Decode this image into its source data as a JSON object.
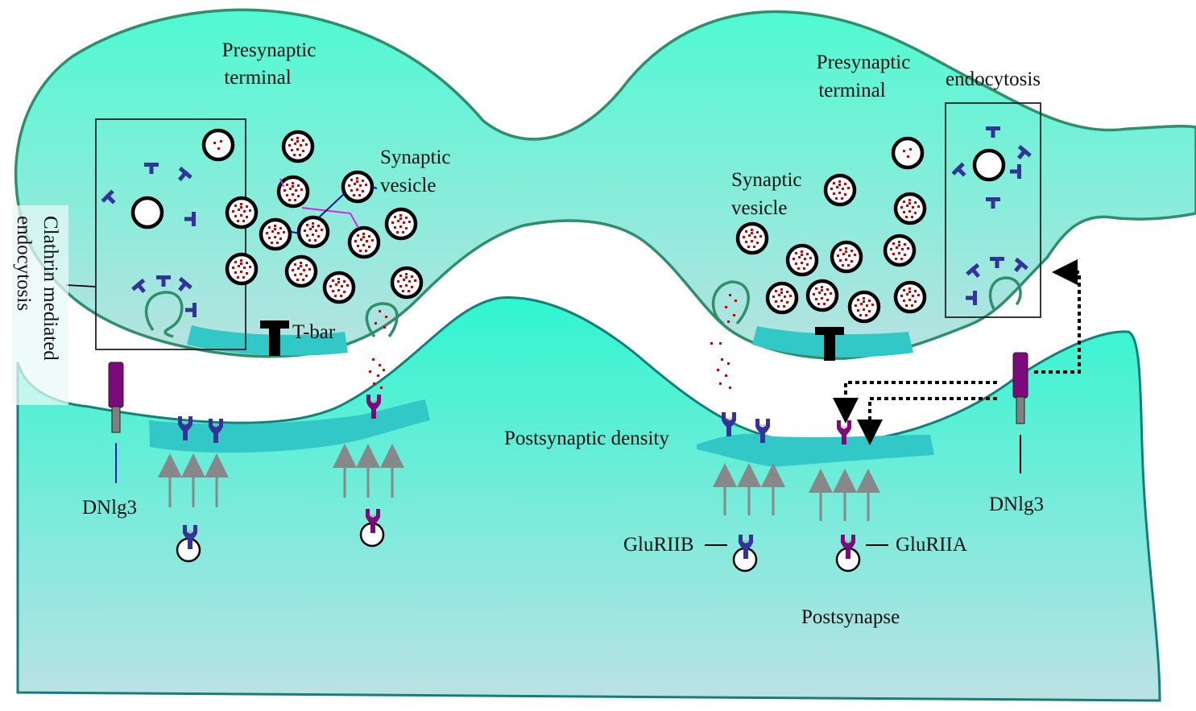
{
  "diagram": {
    "title": "Synaptic terminals: vesicle release, receptor trafficking and endocytosis",
    "colors": {
      "presynaptic_top": "#4ff9d2",
      "presynaptic_bottom": "#b9e2e2",
      "postsynaptic_top": "#2ff6cf",
      "postsynaptic_bottom": "#bce1e4",
      "membrane": "#2f8f6a",
      "postsynaptic_membrane": "#147f7a",
      "active_zone": "#33c8c8",
      "clathrin": "#33339a",
      "gluriib": "#33339a",
      "gluriia": "#7d0a7d",
      "dnlg3": "#7d0a7d",
      "neurotransmitter": "#cc0000",
      "arrows": "#888888"
    },
    "labels": {
      "presynaptic_left": [
        "Presynaptic",
        "terminal"
      ],
      "presynaptic_right": [
        "Presynaptic",
        "terminal"
      ],
      "synaptic_vesicle_left": [
        "Synaptic",
        "vesicle"
      ],
      "synaptic_vesicle_right": [
        "Synaptic",
        "vesicle"
      ],
      "clathrin_mediated": [
        "Clathrin mediated",
        "endocytosis"
      ],
      "endocytosis": "endocytosis",
      "t_bar": "T-bar",
      "dnlg3_left": "DNlg3",
      "dnlg3_right": "DNlg3",
      "postsynaptic_density": "Postsynaptic density",
      "gluriib": "GluRIIB",
      "gluriia": "GluRIIA",
      "postsynapse": "Postsynapse"
    },
    "components": [
      "presynaptic-terminal-left",
      "presynaptic-terminal-right",
      "postsynaptic-cell",
      "synaptic-vesicle",
      "clathrin-coated-pit",
      "t-bar-active-zone",
      "postsynaptic-density",
      "gluriia-receptor",
      "gluriib-receptor",
      "dnlg3-protein",
      "receptor-trafficking-arrow",
      "dnlg3-signaling-path"
    ]
  }
}
